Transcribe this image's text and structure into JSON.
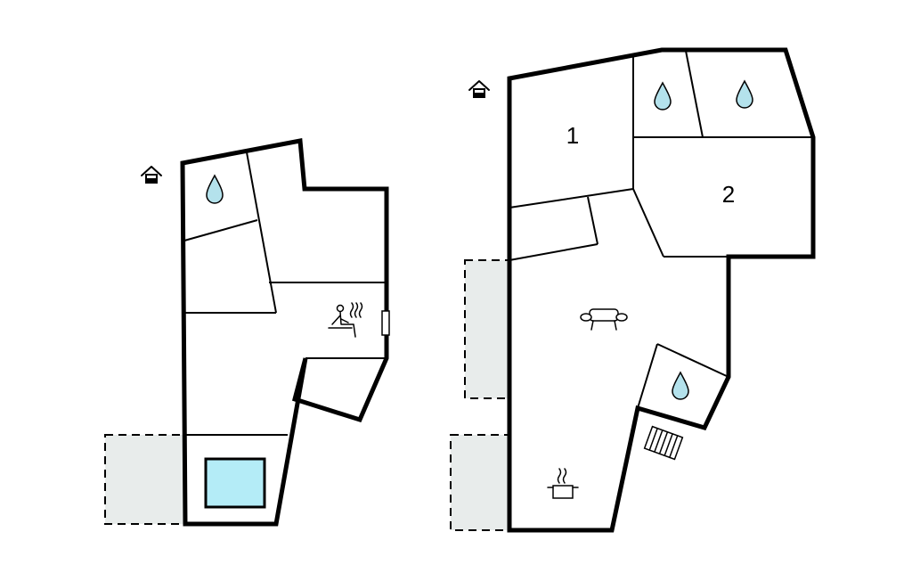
{
  "floors": [
    {
      "id": "left-floor",
      "entrance_icon": "house-entrance-icon",
      "bathroom_icons": [
        "water-drop-icon"
      ],
      "sauna_icon": "sauna-icon",
      "pool_icon": "swimming-pool-icon",
      "pool_color": "#b4ecf7"
    },
    {
      "id": "right-floor",
      "entrance_icon": "house-entrance-icon",
      "rooms": [
        {
          "label": "1"
        },
        {
          "label": "2"
        }
      ],
      "bathroom_icons": [
        "water-drop-icon",
        "water-drop-icon",
        "water-drop-icon"
      ],
      "living_icon": "sofa-icon",
      "kitchen_icon": "cooking-pot-icon",
      "stairs_icon": "stairs-icon"
    }
  ],
  "colors": {
    "walls": "#000000",
    "terrace_fill": "#e8eceb",
    "water_drop": "#b4e2ec",
    "pool": "#b4ecf7"
  }
}
